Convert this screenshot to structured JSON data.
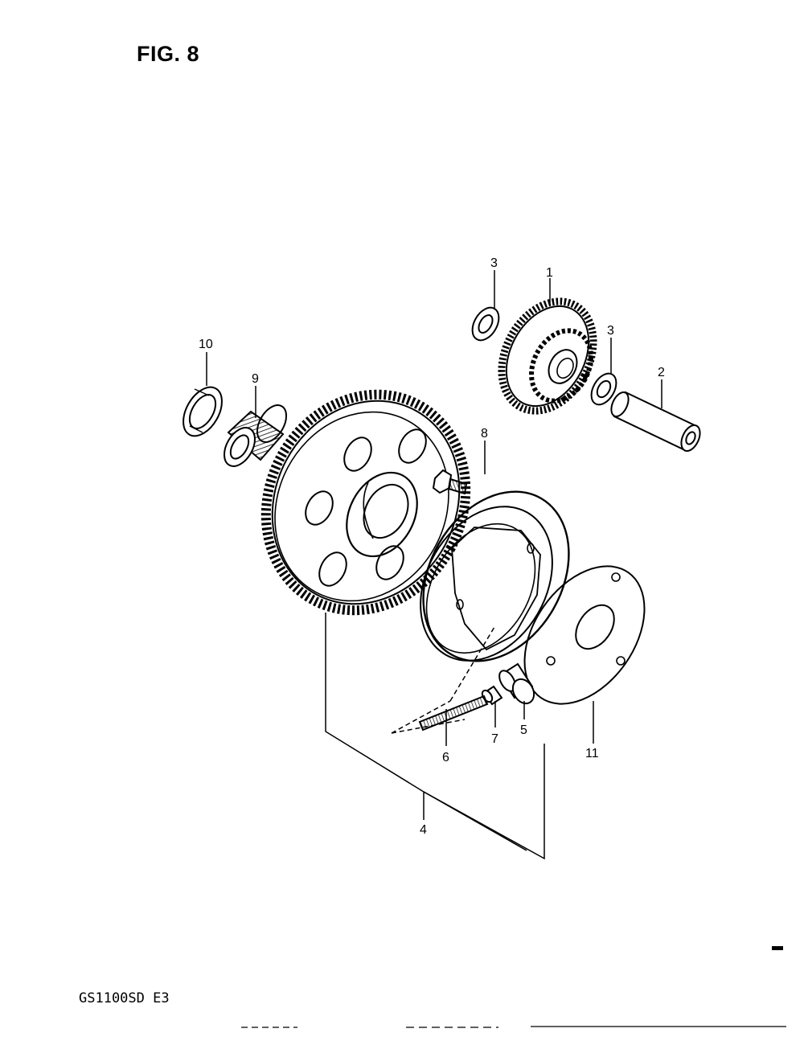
{
  "figure": {
    "title": "FIG. 8",
    "model_code": "GS1100SD E3"
  },
  "callouts": [
    {
      "part": "1",
      "label": "1"
    },
    {
      "part": "2",
      "label": "2"
    },
    {
      "part": "3a",
      "label": "3"
    },
    {
      "part": "3b",
      "label": "3"
    },
    {
      "part": "4",
      "label": "4"
    },
    {
      "part": "5",
      "label": "5"
    },
    {
      "part": "6",
      "label": "6"
    },
    {
      "part": "7",
      "label": "7"
    },
    {
      "part": "8",
      "label": "8"
    },
    {
      "part": "9",
      "label": "9"
    },
    {
      "part": "10",
      "label": "10"
    },
    {
      "part": "11",
      "label": "11"
    }
  ],
  "colors": {
    "ink": "#000000",
    "paper": "#ffffff"
  }
}
